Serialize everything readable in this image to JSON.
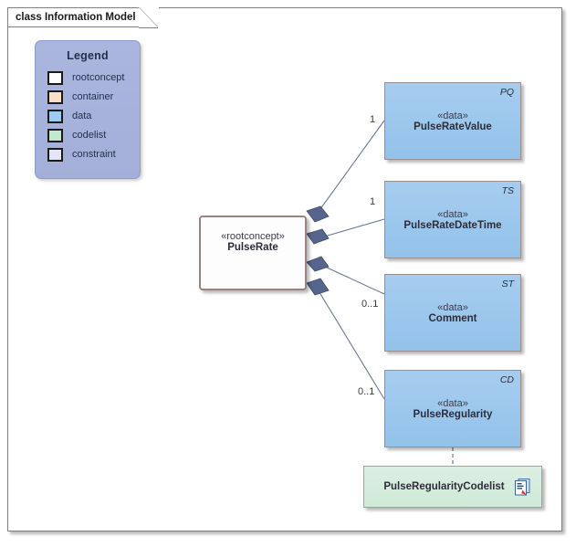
{
  "diagram": {
    "title": "class Information Model"
  },
  "legend": {
    "title": "Legend",
    "items": [
      {
        "label": "rootconcept",
        "color": "#ffffff"
      },
      {
        "label": "container",
        "color": "#fae0c8"
      },
      {
        "label": "data",
        "color": "#9ecbef"
      },
      {
        "label": "codelist",
        "color": "#c4e7cf"
      },
      {
        "label": "constraint",
        "color": "#e4e6f7"
      }
    ],
    "background": "#a8b4dc"
  },
  "classes": {
    "root": {
      "stereotype": "«rootconcept»",
      "name": "PulseRate",
      "tag": "",
      "border_color": "#9d8080",
      "fill": "#fdfdfd"
    },
    "data": [
      {
        "stereotype": "«data»",
        "name": "PulseRateValue",
        "tag": "PQ",
        "multiplicity": "1",
        "fill": "#9ec8ec"
      },
      {
        "stereotype": "«data»",
        "name": "PulseRateDateTime",
        "tag": "TS",
        "multiplicity": "1",
        "fill": "#9ec8ec"
      },
      {
        "stereotype": "«data»",
        "name": "Comment",
        "tag": "ST",
        "multiplicity": "0..1",
        "fill": "#9ec8ec"
      },
      {
        "stereotype": "«data»",
        "name": "PulseRegularity",
        "tag": "CD",
        "multiplicity": "0..1",
        "fill": "#9ec8ec"
      }
    ],
    "codelist": {
      "name": "PulseRegularityCodelist",
      "icon": "artifact-icon",
      "fill": "#cfe9d8"
    }
  },
  "connectors": {
    "composition_marker": "filled-diamond",
    "dependency_style": "dashed",
    "line_color": "#6b7796"
  }
}
